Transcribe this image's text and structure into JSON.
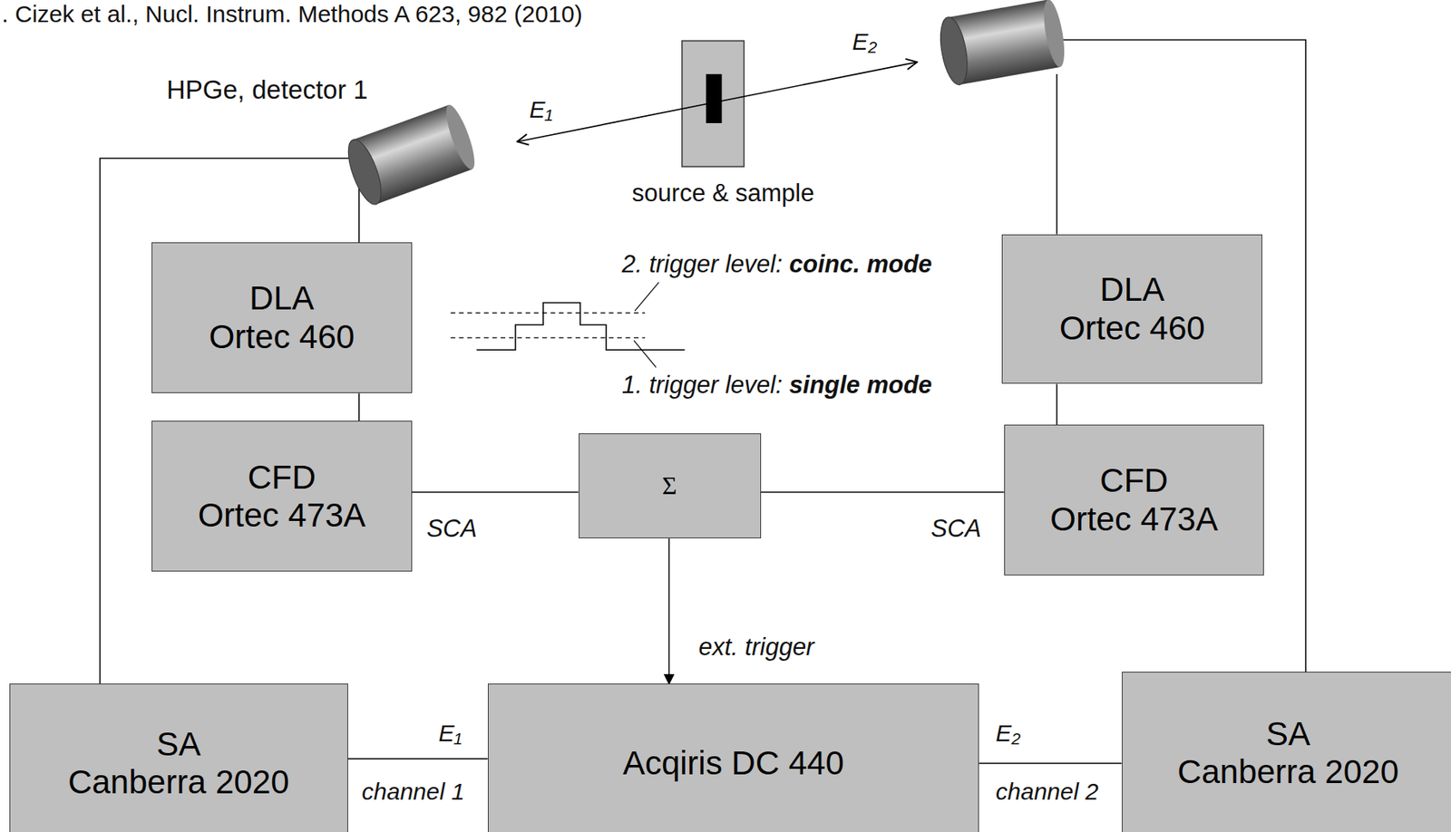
{
  "diagram": {
    "nodes": [
      {
        "text": [
          "DLA Ortec 460"
        ]
      },
      {
        "text": [
          "DLA Ortec 460"
        ]
      },
      {
        "text": [
          "CFD Ortec 473A"
        ]
      },
      {
        "text": [
          "Σ"
        ]
      },
      {
        "text": [
          "CFD Ortec 473A"
        ]
      },
      {
        "text": [
          "SA Canberra 2020"
        ]
      },
      {
        "text": [
          "Acqiris DC 440"
        ]
      },
      {
        "text": [
          "SA Canberra 2020"
        ]
      }
    ],
    "edges": [
      {
        "from": 0,
        "to": 2,
        "arrow": "none"
      },
      {
        "from": 1,
        "to": 4,
        "arrow": "none"
      },
      {
        "from": 2,
        "to": 3,
        "arrow": "none"
      },
      {
        "from": 4,
        "to": 3,
        "arrow": "none"
      },
      {
        "from": 3,
        "to": 6,
        "arrow": "to",
        "label": "ext. trigger"
      },
      {
        "from": 5,
        "to": 6,
        "arrow": "none"
      },
      {
        "from": 7,
        "to": 6,
        "arrow": "none"
      }
    ],
    "labels": [
      ". Cizek et al., Nucl. Instrum. Methods A 623, 982 (2010)",
      "HPGe, detector 1",
      "source & sample",
      "E₁",
      "E₂",
      "2. trigger level:",
      "coinc. mode",
      "1. trigger level:",
      "single mode",
      "SCA",
      "SCA",
      "E₁",
      "channel 1",
      "E₂",
      "channel 2"
    ]
  }
}
